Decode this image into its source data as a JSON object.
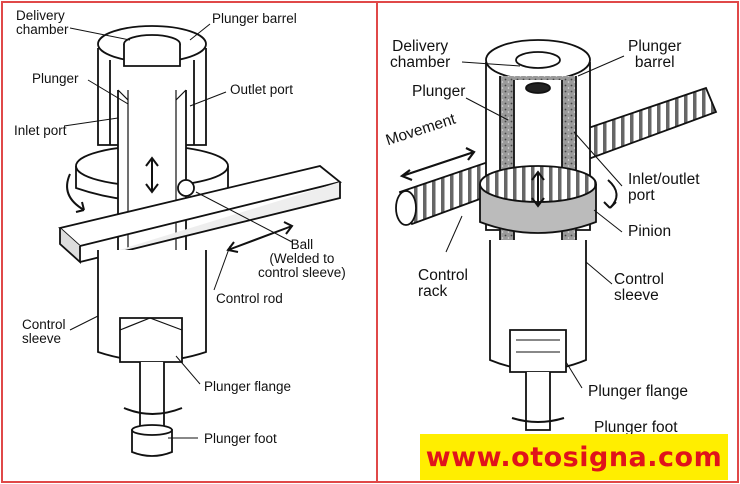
{
  "left": {
    "labels": {
      "delivery_chamber": "Delivery\nchamber",
      "plunger_barrel": "Plunger barrel",
      "plunger": "Plunger",
      "outlet_port": "Outlet port",
      "inlet_port": "Inlet port",
      "ball": "Ball\n(Welded to\ncontrol sleeve)",
      "control_rod": "Control rod",
      "control_sleeve": "Control\nsleeve",
      "plunger_flange": "Plunger flange",
      "plunger_foot": "Plunger foot"
    }
  },
  "right": {
    "labels": {
      "delivery_chamber": "Delivery\nchamber",
      "plunger_barrel": "Plunger\nbarrel",
      "plunger": "Plunger",
      "movement": "Movement",
      "inlet_outlet_port": "Inlet/outlet\nport",
      "pinion": "Pinion",
      "control_rack": "Control\nrack",
      "control_sleeve": "Control\nsleeve",
      "plunger_flange": "Plunger flange",
      "plunger_foot": "Plunger foot"
    }
  },
  "watermark": "www.otosigna.com",
  "colors": {
    "border": "#e04848",
    "banner_bg": "#ffee00",
    "banner_text": "#e0131b"
  }
}
